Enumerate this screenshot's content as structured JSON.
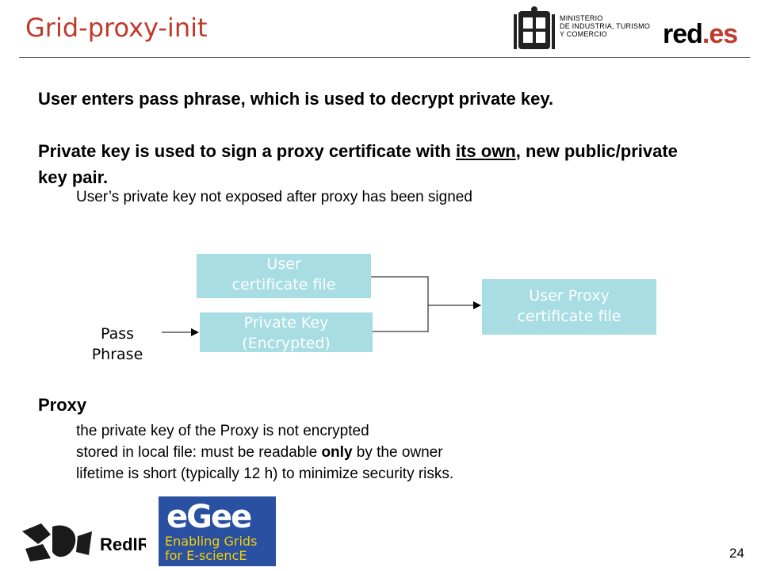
{
  "header": {
    "title": "Grid-proxy-init",
    "ministry_lines": [
      "MINISTERIO",
      "DE INDUSTRIA, TURISMO",
      "Y COMERCIO"
    ],
    "logo_redes_main": "red",
    "logo_redes_suffix": ".es"
  },
  "body": {
    "p1": "User enters pass phrase, which is used to decrypt private key.",
    "p2_before": "Private key is used to sign a proxy certificate with ",
    "p2_underlined": "its own",
    "p2_after": ", new public/private key pair.",
    "sub1": "User’s private key not exposed after proxy has been signed"
  },
  "diagram": {
    "box_user_cert": [
      "User",
      "certificate file"
    ],
    "box_private_key": [
      "Private Key",
      "(Encrypted)"
    ],
    "box_proxy_cert": [
      "User Proxy",
      "certificate file"
    ],
    "pass_phrase": [
      "Pass",
      "Phrase"
    ],
    "box_color": "#a7dde3"
  },
  "proxy": {
    "heading": "Proxy",
    "line1": "the private key of the Proxy is not encrypted",
    "line2_before": "stored in local file: must be readable ",
    "line2_bold": "only",
    "line2_after": " by the owner",
    "line3": "lifetime is short (typically 12 h) to minimize security risks."
  },
  "footer": {
    "rediris_label": "RedIRIS",
    "egee_logo": "eGee",
    "egee_tagline": "Enabling Grids for E-sciencE",
    "page_number": "24"
  },
  "colors": {
    "title": "#c0392b",
    "egee_bg": "#2a50a2",
    "egee_text": "#f5d000"
  }
}
